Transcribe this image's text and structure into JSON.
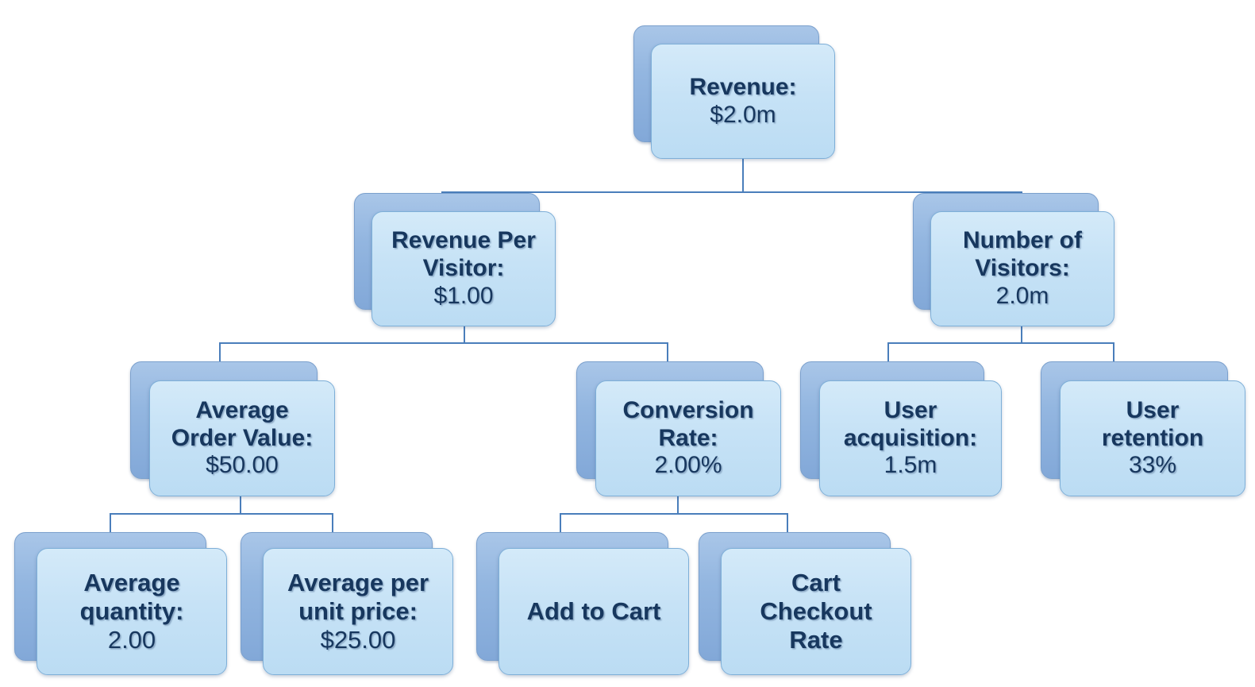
{
  "diagram": {
    "title": "Revenue driver tree",
    "colors": {
      "card_front": "#c6e2f6",
      "card_back": "#93b6e0",
      "text": "#17375e",
      "connector": "#4a7ebb",
      "background": "#ffffff"
    },
    "nodes": [
      {
        "id": "revenue",
        "label": "Revenue:",
        "value": "$2.0m"
      },
      {
        "id": "revenue-per-visitor",
        "label": "Revenue Per\nVisitor:",
        "value": "$1.00"
      },
      {
        "id": "number-of-visitors",
        "label": "Number of\nVisitors:",
        "value": "2.0m"
      },
      {
        "id": "average-order-value",
        "label": "Average\nOrder Value:",
        "value": "$50.00"
      },
      {
        "id": "conversion-rate",
        "label": "Conversion\nRate:",
        "value": "2.00%"
      },
      {
        "id": "user-acquisition",
        "label": "User\nacquisition:",
        "value": "1.5m"
      },
      {
        "id": "user-retention",
        "label": "User\nretention",
        "value": "33%"
      },
      {
        "id": "average-quantity",
        "label": "Average\nquantity:",
        "value": "2.00"
      },
      {
        "id": "average-per-unit-price",
        "label": "Average per\nunit price:",
        "value": "$25.00"
      },
      {
        "id": "add-to-cart",
        "label": "Add to Cart",
        "value": ""
      },
      {
        "id": "cart-checkout-rate",
        "label": "Cart\nCheckout\nRate",
        "value": ""
      }
    ],
    "edges": [
      {
        "from": "revenue",
        "to": "revenue-per-visitor"
      },
      {
        "from": "revenue",
        "to": "number-of-visitors"
      },
      {
        "from": "revenue-per-visitor",
        "to": "average-order-value"
      },
      {
        "from": "revenue-per-visitor",
        "to": "conversion-rate"
      },
      {
        "from": "number-of-visitors",
        "to": "user-acquisition"
      },
      {
        "from": "number-of-visitors",
        "to": "user-retention"
      },
      {
        "from": "average-order-value",
        "to": "average-quantity"
      },
      {
        "from": "average-order-value",
        "to": "average-per-unit-price"
      },
      {
        "from": "conversion-rate",
        "to": "add-to-cart"
      },
      {
        "from": "conversion-rate",
        "to": "cart-checkout-rate"
      }
    ]
  }
}
